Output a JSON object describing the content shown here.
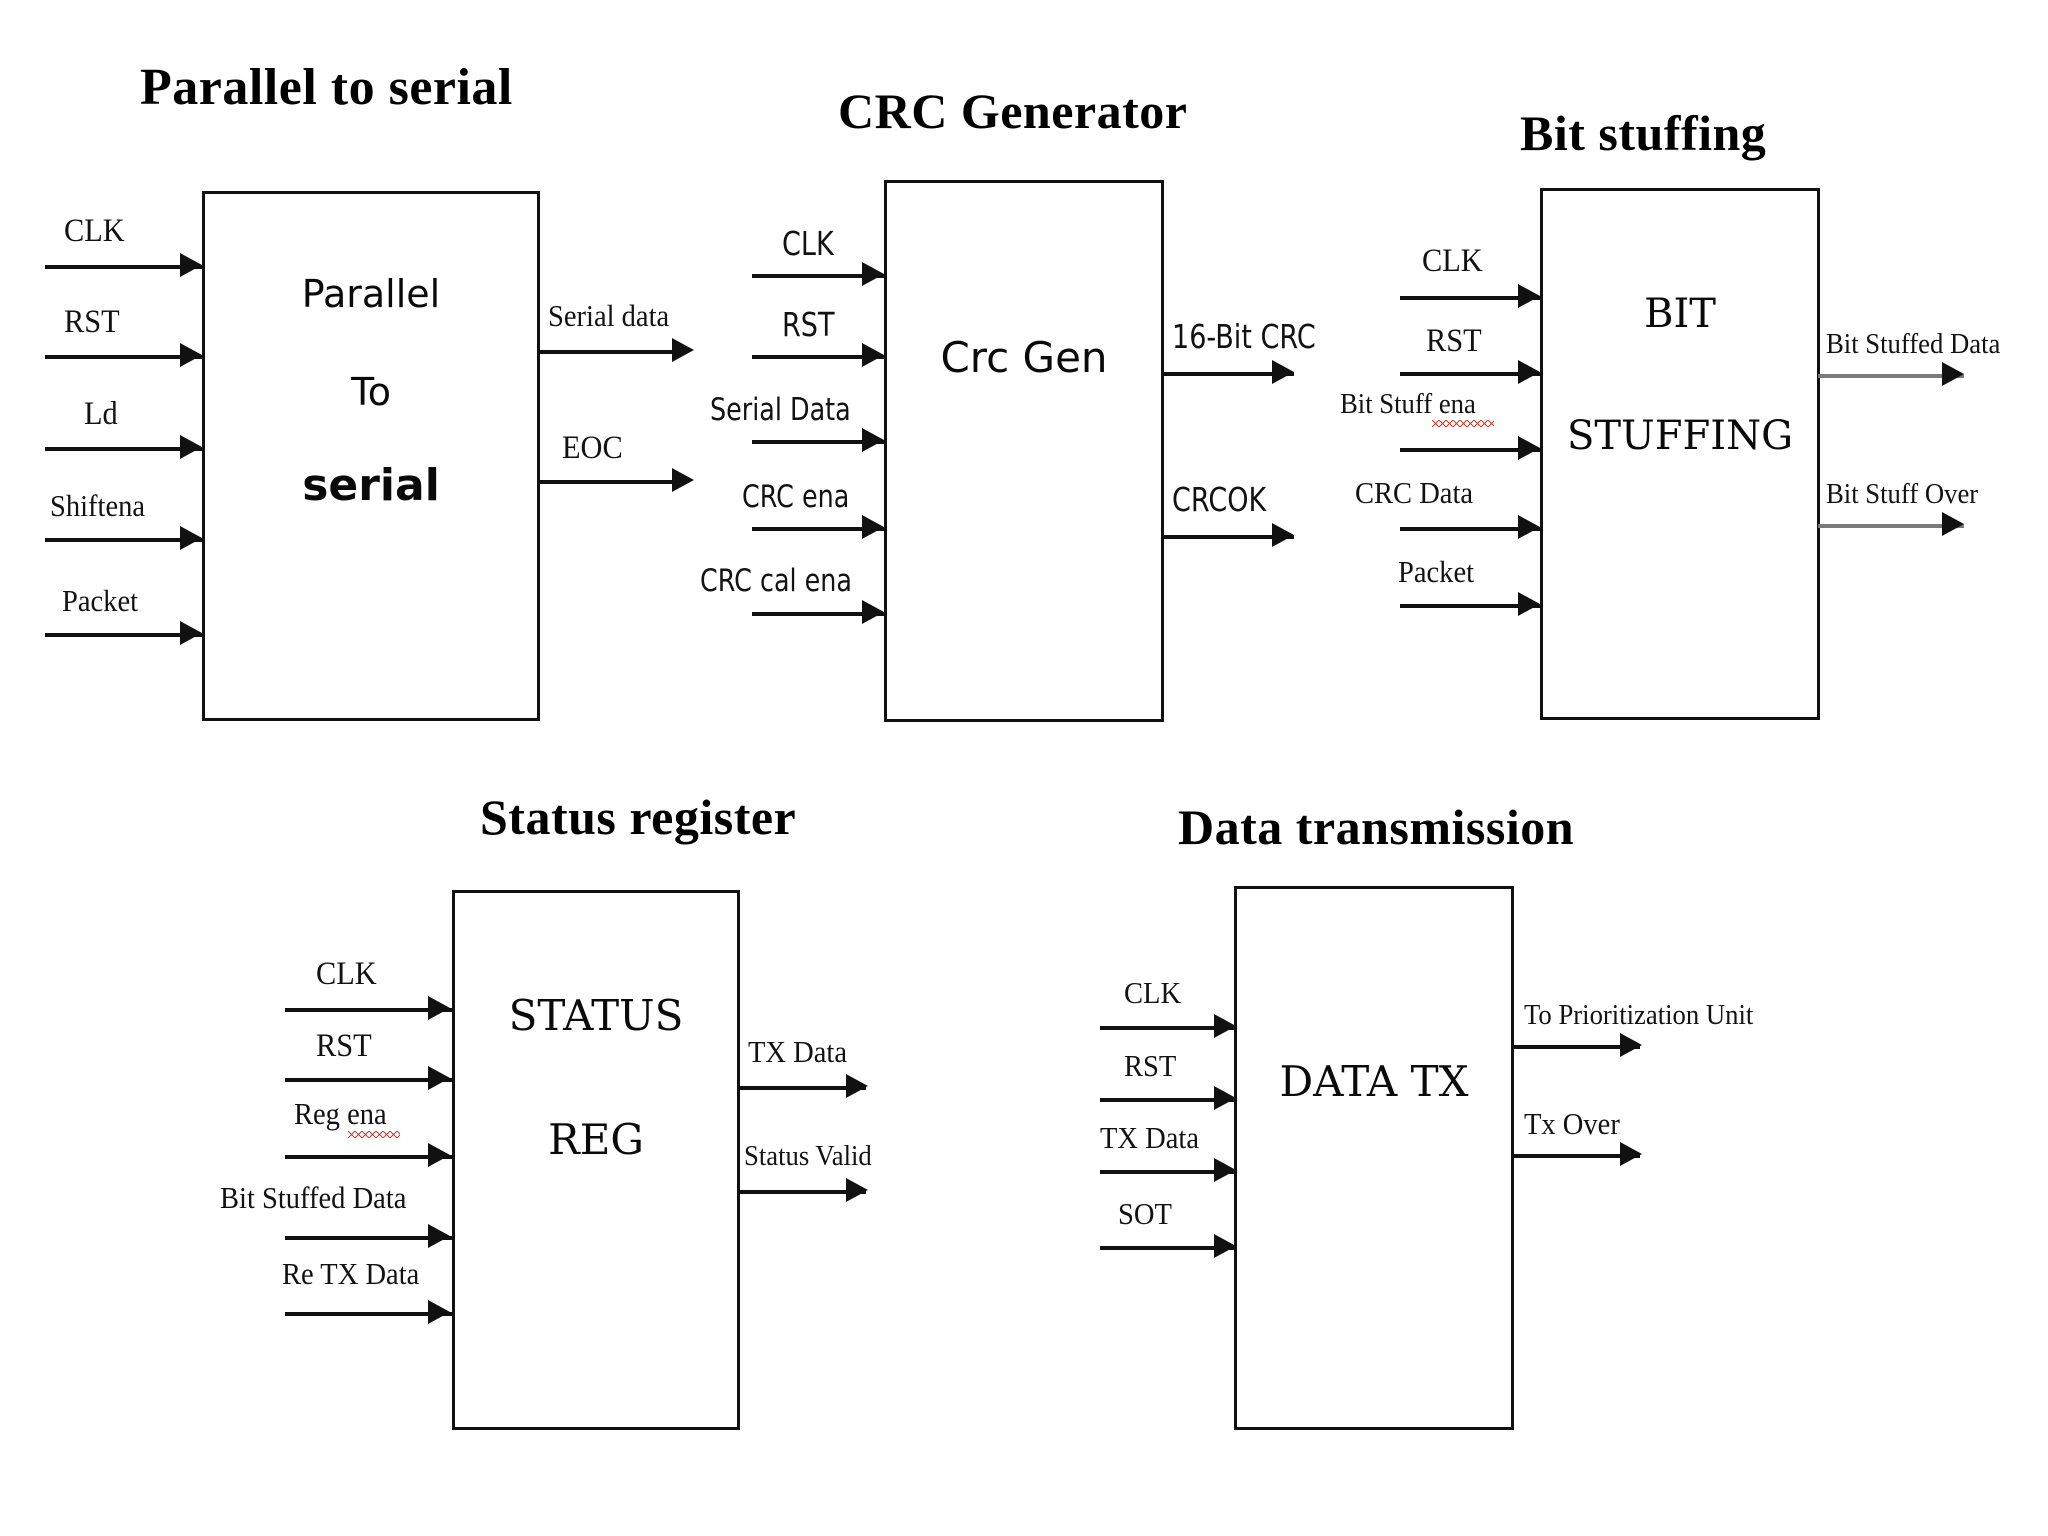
{
  "diagram": {
    "title_parallel_to_serial": "Parallel to serial",
    "title_crc_generator": "CRC Generator",
    "title_bit_stuffing": "Bit stuffing",
    "title_status_register": "Status register",
    "title_data_transmission": "Data transmission"
  },
  "blocks": {
    "parallel_to_serial": {
      "label_line1": "Parallel",
      "label_line2": "To",
      "label_line3": "serial",
      "inputs": [
        "CLK",
        "RST",
        "Ld",
        "Shiftena",
        "Packet"
      ],
      "outputs": [
        "Serial data",
        "EOC"
      ]
    },
    "crc_generator": {
      "label_line1": "Crc Gen",
      "inputs": [
        "CLK",
        "RST",
        "Serial Data",
        "CRC ena",
        "CRC cal ena"
      ],
      "outputs": [
        "16-Bit CRC",
        "CRCOK"
      ]
    },
    "bit_stuffing": {
      "label_line1": "BIT",
      "label_line2": "STUFFING",
      "inputs": [
        "CLK",
        "RST",
        "Bit Stuff ena",
        "CRC Data",
        "Packet"
      ],
      "outputs": [
        "Bit Stuffed Data",
        "Bit Stuff Over"
      ]
    },
    "status_register": {
      "label_line1": "STATUS",
      "label_line2": "REG",
      "inputs": [
        "CLK",
        "RST",
        "Reg ena",
        "Bit Stuffed Data",
        "Re TX Data"
      ],
      "outputs": [
        "TX Data",
        "Status Valid"
      ]
    },
    "data_transmission": {
      "label_line1": "DATA TX",
      "inputs": [
        "CLK",
        "RST",
        "TX Data",
        "SOT"
      ],
      "outputs": [
        "To Prioritization Unit",
        "Tx Over"
      ]
    }
  },
  "colors": {
    "line": "#111111",
    "gray_line": "#7a7a7a",
    "text": "#0a0a0a",
    "spellcheck": "#c0392b",
    "background": "#ffffff"
  }
}
